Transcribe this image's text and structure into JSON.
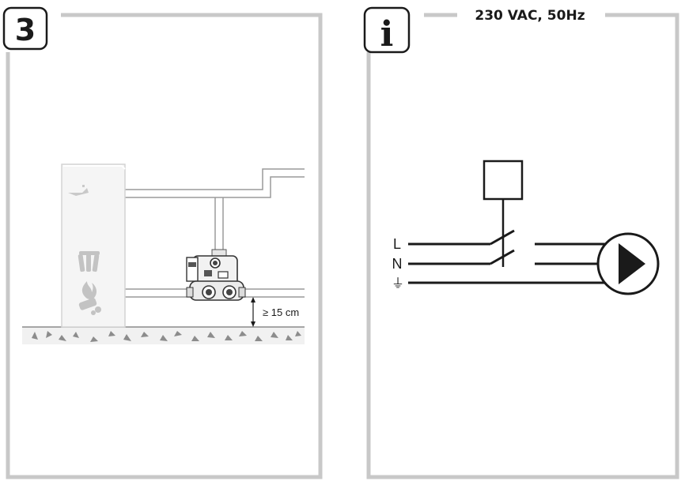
{
  "left_panel": {
    "step_number": "3",
    "clearance_label": "≥ 15 cm"
  },
  "right_panel": {
    "info_icon": "i",
    "voltage_label": "230 VAC, 50Hz",
    "wire_labels": {
      "line": "L",
      "neutral": "N",
      "earth": "⏚"
    }
  },
  "icons": [
    "boiler-icon",
    "wood-logs-icon",
    "flame-icon",
    "pellet-bag-icon",
    "mixing-valve-icon",
    "pump-symbol-icon",
    "ground-symbol-icon",
    "double-pole-switch-icon"
  ],
  "colors": {
    "frame": "#c8c8c8",
    "line": "#1a1a1a",
    "pipe": "#9a9a9a",
    "floor": "#efefef"
  }
}
